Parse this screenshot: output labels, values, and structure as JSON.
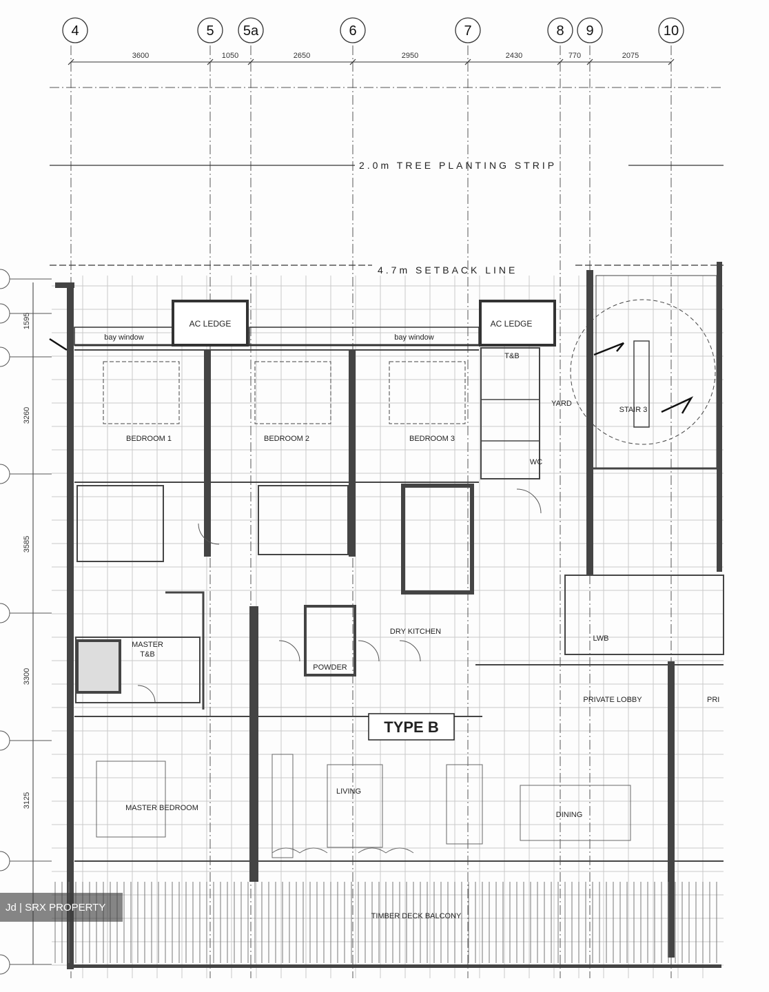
{
  "grid_axes": [
    "4",
    "5",
    "5a",
    "6",
    "7",
    "8",
    "9",
    "10"
  ],
  "grid_dimensions": [
    "3600",
    "1050",
    "2650",
    "2950",
    "2430",
    "770",
    "2075"
  ],
  "side_dimensions": [
    "1595",
    "3260",
    "3585",
    "3300",
    "3125"
  ],
  "annotations": {
    "tree_strip": "2.0m TREE PLANTING STRIP",
    "setback": "4.7m SETBACK LINE"
  },
  "rooms": {
    "ac_ledge_1": "AC LEDGE",
    "ac_ledge_2": "AC LEDGE",
    "bay_window_1": "bay window",
    "bay_window_2": "bay window",
    "tb": "T&B",
    "yard": "YARD",
    "stair": "STAIR 3",
    "wc": "WC",
    "bedroom1": "BEDROOM 1",
    "bedroom2": "BEDROOM 2",
    "bedroom3": "BEDROOM 3",
    "master_tb_line1": "MASTER",
    "master_tb_line2": "T&B",
    "powder": "POWDER",
    "dry_kitchen": "DRY KITCHEN",
    "lwb": "LWB",
    "private_lobby": "PRIVATE LOBBY",
    "private_lobby_partial": "PRI",
    "unit_type": "TYPE B",
    "living": "LIVING",
    "master_bedroom": "MASTER BEDROOM",
    "dining": "DINING",
    "balcony": "TIMBER DECK BALCONY"
  },
  "watermark": "Jd | SRX PROPERTY"
}
